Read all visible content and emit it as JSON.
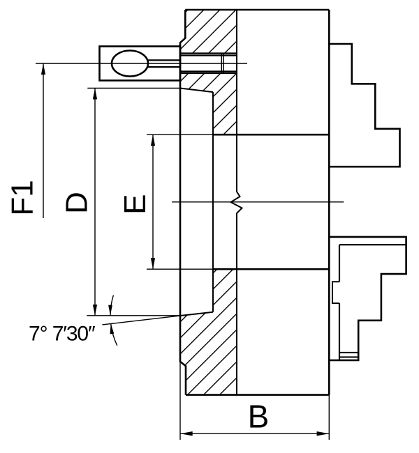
{
  "drawing": {
    "kind": "technical cross-section drawing of a lathe chuck",
    "background_color": "#ffffff",
    "line_color": "#000000",
    "labels": {
      "f1": "F1",
      "d": "D",
      "e": "E",
      "b": "B",
      "taper_angle": "7° 7′30″"
    }
  }
}
